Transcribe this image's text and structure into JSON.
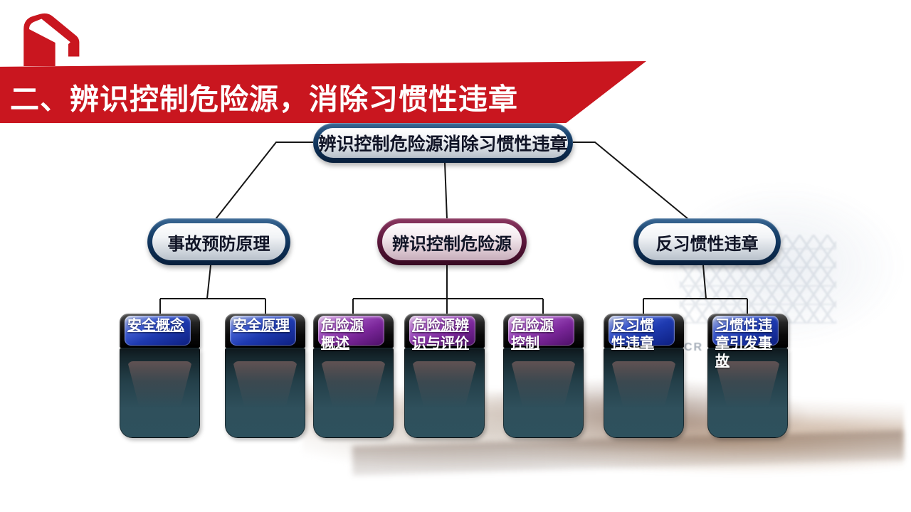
{
  "slide": {
    "title": "二、辨识控制危险源，消除习惯性违章"
  },
  "colors": {
    "banner_red": "#c9161f",
    "pill_navy": "#0d2f55",
    "pill_maroon": "#4e1232",
    "plate_blue": "#1e3ab0",
    "plate_purple": "#7a2699",
    "card_body_teal": "#2f505c",
    "connector": "#161616"
  },
  "diagram": {
    "root": {
      "label": "辨识控制危险源消除习惯性违章"
    },
    "branches": [
      {
        "label": "事故预防原理",
        "style": "navy"
      },
      {
        "label": "辨识控制危险源",
        "style": "maroon"
      },
      {
        "label": "反习惯性违章",
        "style": "navy"
      }
    ],
    "leaves": [
      {
        "plate": "blue",
        "lines": [
          "安全概念",
          "",
          ""
        ]
      },
      {
        "plate": "blue",
        "lines": [
          "安全原理",
          "",
          ""
        ]
      },
      {
        "plate": "purple",
        "lines": [
          "危险源",
          "概述",
          ""
        ]
      },
      {
        "plate": "purple",
        "lines": [
          "危险源辨",
          "识与评价",
          ""
        ]
      },
      {
        "plate": "purple",
        "lines": [
          "危险源",
          "控制",
          ""
        ]
      },
      {
        "plate": "blue",
        "lines": [
          "反习惯",
          "性违章",
          ""
        ]
      },
      {
        "plate": "blue",
        "lines": [
          "习惯性违",
          "章引发事",
          "故"
        ]
      }
    ]
  },
  "background": {
    "watermark_text": "CR"
  }
}
